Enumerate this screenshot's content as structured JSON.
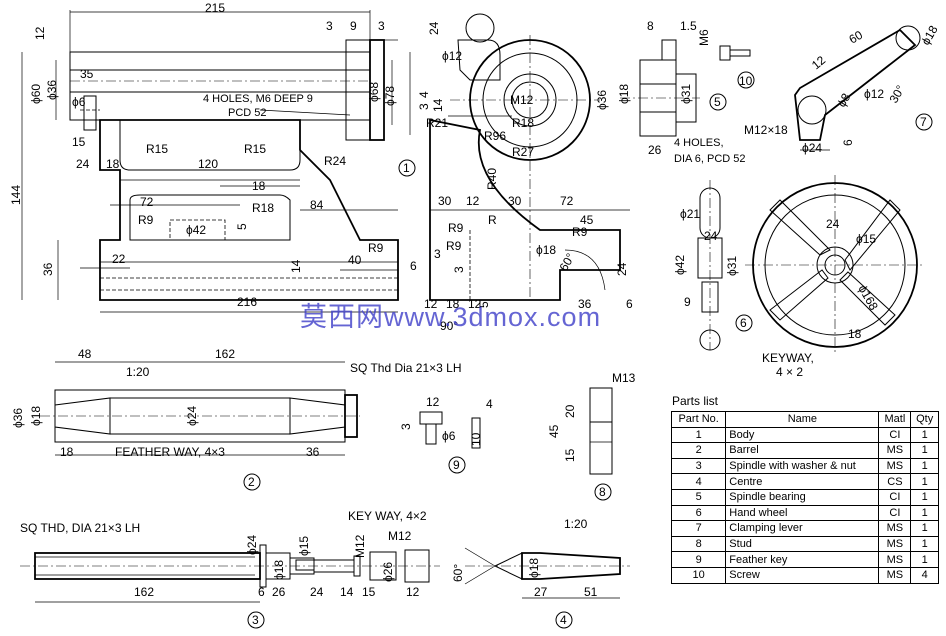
{
  "labels": {
    "d215": "215",
    "d12a": "12",
    "d3a": "3",
    "d9": "9",
    "d3b": "3",
    "d60": "ϕ60",
    "d36a": "ϕ36",
    "d35": "35",
    "d6a": "ϕ6",
    "d15a": "15",
    "d68": "ϕ68",
    "d78": "ϕ78",
    "holes": "4 HOLES, M6 DEEP 9",
    "pcd": "PCD 52",
    "d24a": "24",
    "d18a": "18",
    "r15a": "R15",
    "r15b": "R15",
    "d120": "120",
    "r24": "R24",
    "d18b": "18",
    "d144": "144",
    "d72a": "72",
    "r9a": "R9",
    "d42a": "ϕ42",
    "r18a": "R18",
    "d84": "84",
    "d5": "5",
    "r9b": "R9",
    "d36b": "36",
    "d22": "22",
    "d14a": "14",
    "d40": "40",
    "d216": "216",
    "c1": "1",
    "d24b": "24",
    "d12b": "ϕ12",
    "m12": "M12",
    "d4": "4",
    "d3c": "3",
    "d14b": "14",
    "r21": "R21",
    "r96": "R96",
    "r18b": "R18",
    "r27": "R27",
    "r40": "R40",
    "d30a": "30",
    "d12c": "12",
    "d30b": "30",
    "d72b": "72",
    "d45": "45",
    "r": "R",
    "r9c": "R9",
    "r9d": "R9",
    "r9e": "R9",
    "d18c": "ϕ18",
    "d6b": "6",
    "d3d": "3",
    "d3e": "3",
    "a60": "60°",
    "d24c": "24",
    "d12d": "12",
    "d18d": "18",
    "d12e": "12",
    "d36c": "36",
    "d6c": "6",
    "a90": "90°",
    "d5b": "5",
    "d8": "8",
    "d15b": "1.5",
    "m6": "M6",
    "c10": "10",
    "d36d": "ϕ36",
    "d18e": "ϕ18",
    "d31a": "ϕ31",
    "c5": "5",
    "d26a": "26",
    "holes2": "4 HOLES,",
    "pcd2": "DIA 6, PCD 52",
    "d60b": "60",
    "d18f": "ϕ18",
    "d12f": "12",
    "d8b": "ϕ8",
    "d12g": "ϕ12",
    "a30": "30°",
    "m12x18": "M12×18",
    "d24d": "ϕ24",
    "d6d": "6",
    "c7": "7",
    "d21": "ϕ21",
    "d24e": "24",
    "d42b": "ϕ42",
    "d31b": "ϕ31",
    "d9b": "9",
    "d24f": "24",
    "d15c": "ϕ15",
    "d168": "ϕ168",
    "d18g": "18",
    "c6": "6",
    "keyway": "KEYWAY,",
    "keyway2": "4 × 2",
    "d48": "48",
    "d162a": "162",
    "taper1": "1:20",
    "sqthd1": "SQ Thd Dia 21×3 LH",
    "d36e": "ϕ36",
    "d18h": "ϕ18",
    "d24g": "ϕ24",
    "d18i": "18",
    "feather": "FEATHER WAY, 4×3",
    "d36f": "36",
    "c2": "2",
    "d12h": "12",
    "d4b": "4",
    "d3f": "3",
    "d6e": "ϕ6",
    "d10": "10",
    "c9": "9",
    "m13": "M13",
    "d20": "20",
    "d45b": "45",
    "d15d": "15",
    "c8": "8",
    "sqthd2": "SQ THD, DIA 21×3 LH",
    "d24h": "ϕ24",
    "d18j": "ϕ18",
    "d15e": "ϕ15",
    "keyway3": "KEY WAY, 4×2",
    "m12b": "M12",
    "m12c": "M12",
    "d26b": "ϕ26",
    "d162b": "162",
    "d6f": "6",
    "d26c": "26",
    "d24i": "24",
    "d14c": "14",
    "d15f": "15",
    "d12i": "12",
    "c3": "3",
    "taper2": "1:20",
    "a60b": "60°",
    "d18k": "ϕ18",
    "d27": "27",
    "d51": "51",
    "c4": "4"
  },
  "watermark": "莫西网www.3dmox.com",
  "parts_list": {
    "title": "Parts list",
    "headers": [
      "Part No.",
      "Name",
      "Matl",
      "Qty"
    ],
    "rows": [
      [
        "1",
        "Body",
        "CI",
        "1"
      ],
      [
        "2",
        "Barrel",
        "MS",
        "1"
      ],
      [
        "3",
        "Spindle with washer & nut",
        "MS",
        "1"
      ],
      [
        "4",
        "Centre",
        "CS",
        "1"
      ],
      [
        "5",
        "Spindle bearing",
        "CI",
        "1"
      ],
      [
        "6",
        "Hand wheel",
        "CI",
        "1"
      ],
      [
        "7",
        "Clamping lever",
        "MS",
        "1"
      ],
      [
        "8",
        "Stud",
        "MS",
        "1"
      ],
      [
        "9",
        "Feather key",
        "MS",
        "1"
      ],
      [
        "10",
        "Screw",
        "MS",
        "4"
      ]
    ]
  },
  "colors": {
    "line": "#000000",
    "watermark": "#3f3fc9",
    "hatch": "#000000"
  }
}
